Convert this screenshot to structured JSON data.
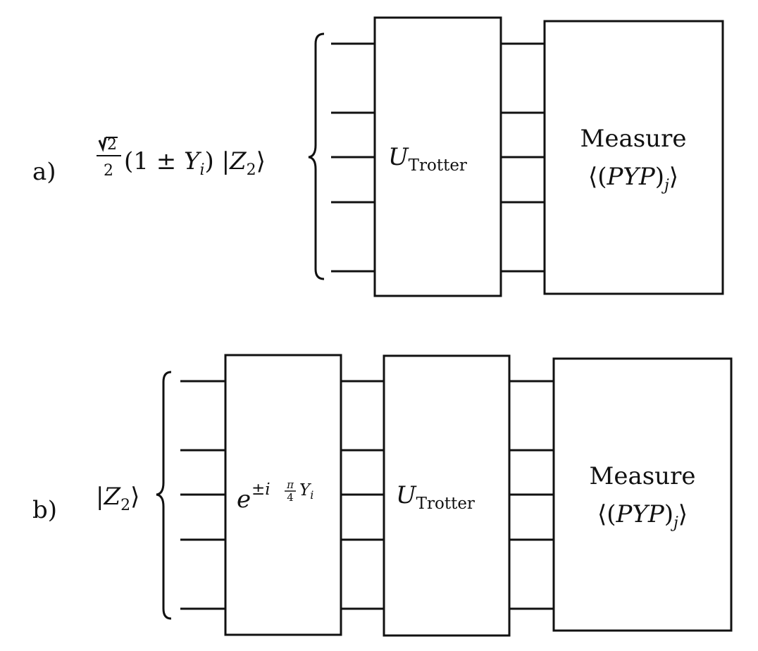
{
  "panel_a": {
    "label": "a)",
    "input_state": {
      "sqrt_num": "2",
      "denominator": "2",
      "body_prefix": "(1 ± ",
      "op": "Y",
      "op_sub": "i",
      "body_mid": ") |",
      "state": "Z",
      "state_sub": "2",
      "ket_close": "⟩"
    },
    "trotter_gate": {
      "symbol": "U",
      "subscript": "Trotter"
    },
    "measure_box": {
      "line1": "Measure",
      "open": "⟨(",
      "P1": "P",
      "Y": "Y",
      "P2": "P",
      "close": ")",
      "sub": "j",
      "end": "⟩"
    }
  },
  "panel_b": {
    "label": "b)",
    "input_state": {
      "ket_open": "|",
      "state": "Z",
      "state_sub": "2",
      "ket_close": "⟩"
    },
    "rotation_gate": {
      "base": "e",
      "exp_pm": "±",
      "exp_i": "i",
      "frac_num": "π",
      "frac_den": "4",
      "exp_op": "Y",
      "exp_op_sub": "i"
    },
    "trotter_gate": {
      "symbol": "U",
      "subscript": "Trotter"
    },
    "measure_box": {
      "line1": "Measure",
      "open": "⟨(",
      "P1": "P",
      "Y": "Y",
      "P2": "P",
      "close": ")",
      "sub": "j",
      "end": "⟩"
    }
  }
}
